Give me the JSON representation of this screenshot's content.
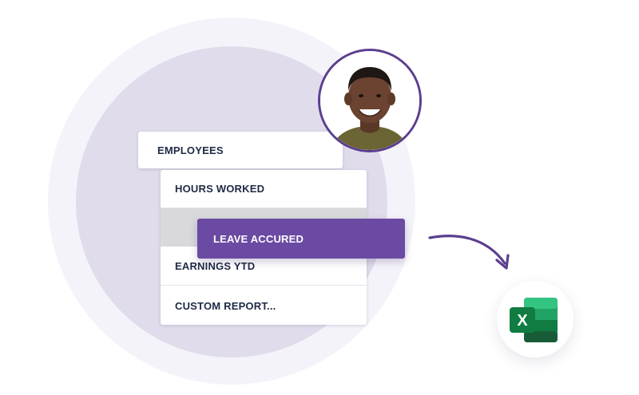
{
  "report_menu": {
    "employees": "EMPLOYEES",
    "hours_worked": "HOURS WORKED",
    "leave_accrued": "LEAVE ACCURED",
    "earnings_ytd": "EARNINGS YTD",
    "custom_report": "CUSTOM REPORT..."
  },
  "colors": {
    "accent_purple": "#6a4aa2",
    "ring_purple": "#5b3f8f",
    "label_navy": "#1f2a44",
    "excel_green": "#107c41"
  },
  "icons": {
    "export_arrow": "curved-arrow-icon",
    "excel": "excel-icon",
    "avatar": "avatar"
  },
  "excel_glyph": "X"
}
